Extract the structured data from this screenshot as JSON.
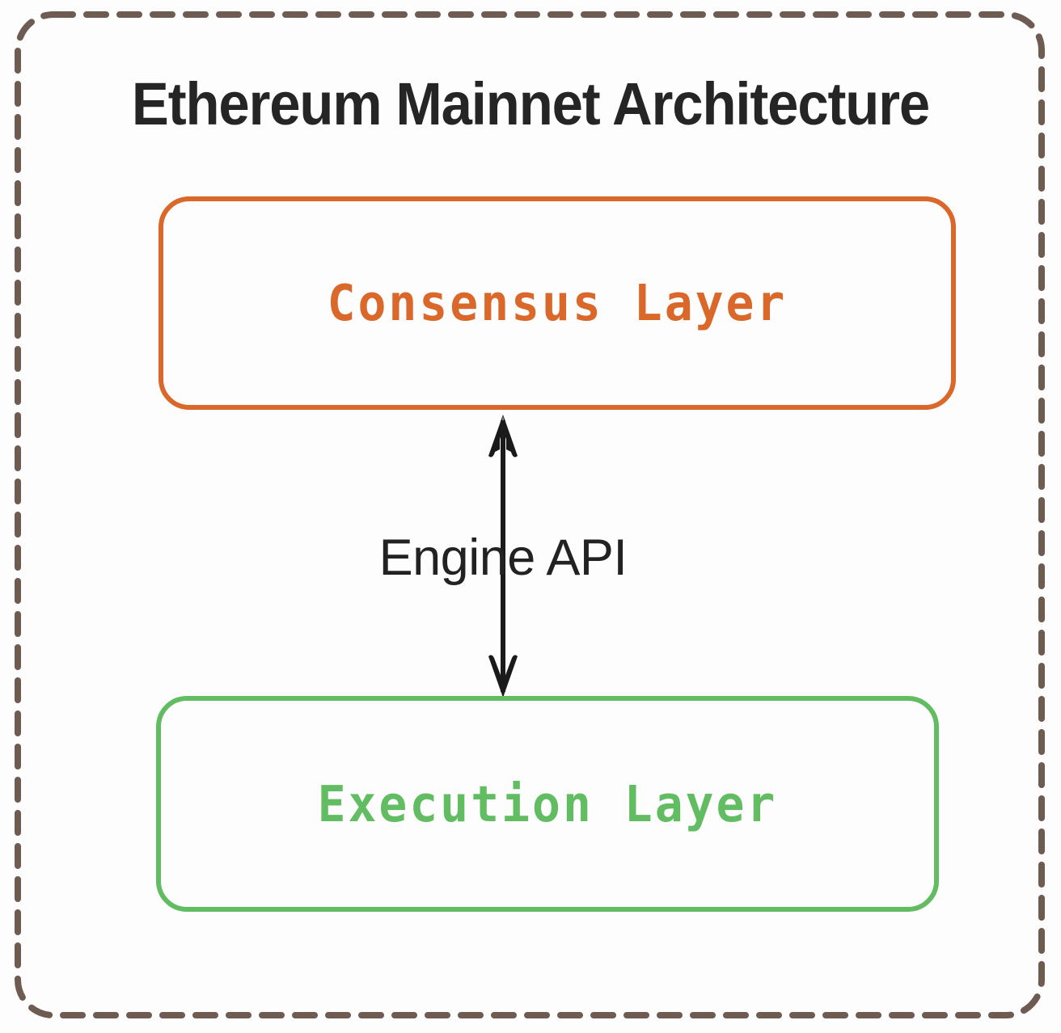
{
  "diagram": {
    "title": "Ethereum Mainnet Architecture",
    "type": "layered-architecture-diagram",
    "background_color": "#fdfdfd",
    "frame": {
      "name": "ethereum-mainnet-boundary",
      "style": "dashed-rounded-rectangle",
      "color": "#6e5b52"
    },
    "nodes": [
      {
        "id": "consensus-layer",
        "label": "Consensus Layer",
        "color": "#d9682a",
        "shape": "rounded-rectangle",
        "position": "top"
      },
      {
        "id": "execution-layer",
        "label": "Execution Layer",
        "color": "#62bd62",
        "shape": "rounded-rectangle",
        "position": "bottom"
      }
    ],
    "edges": [
      {
        "id": "engine-api-link",
        "label": "Engine API",
        "from": "consensus-layer",
        "to": "execution-layer",
        "direction": "bidirectional",
        "color": "#1a1a1a"
      }
    ]
  }
}
